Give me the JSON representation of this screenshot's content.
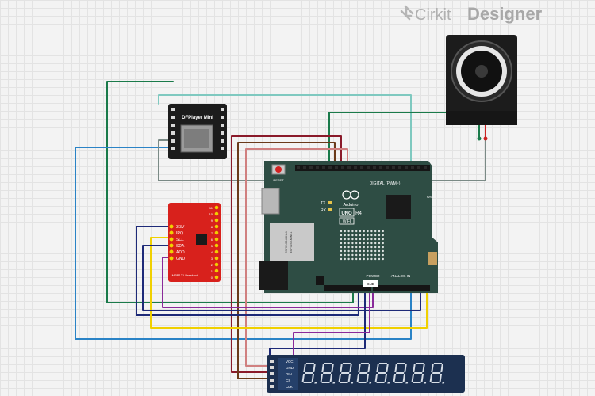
{
  "brand": {
    "name_part1": "Cirkit",
    "name_part2": "Designer"
  },
  "dfplayer": {
    "title": "DFPlayer Mini"
  },
  "arduino": {
    "reset_label": "RESET",
    "digital_label": "DIGITAL (PWM~)",
    "logo_text": "Arduino",
    "uno_label": "UNO",
    "r4_label": "R4",
    "wifi_label": "WIFI",
    "tx_label": "TX",
    "rx_label": "RX",
    "module_line1": "ESP32-S3-MINI-1",
    "module_line2": "ESP32S3-MINI-1",
    "power_label": "POWER",
    "analog_label": "ANALOG IN",
    "gnd_label": "GND",
    "on_label": "ON"
  },
  "mpr121": {
    "pin_labels": [
      "3.3V",
      "IRQ",
      "SCL",
      "SDA",
      "ADD",
      "GND"
    ],
    "right_numbers": [
      "11",
      "10",
      "9",
      "8",
      "7",
      "6",
      "5",
      "4",
      "3",
      "2",
      "1",
      "0"
    ],
    "footer": "MPR121 Breakout"
  },
  "display": {
    "pin_labels": [
      "VCC",
      "GND",
      "DIN",
      "CS",
      "CLK"
    ],
    "digit_count": 8
  },
  "colors": {
    "teal": "#7fc9c0",
    "green": "#1a7a4a",
    "blue": "#2a83c6",
    "gray": "#7a8a86",
    "navy": "#1e2a78",
    "purple": "#8a2a9a",
    "yellow": "#f0d000",
    "maroon": "#8a1a2a",
    "brown": "#6a3a1a",
    "rose": "#d08080",
    "board_green": "#2e4d44",
    "breakout_red": "#d8211c"
  }
}
